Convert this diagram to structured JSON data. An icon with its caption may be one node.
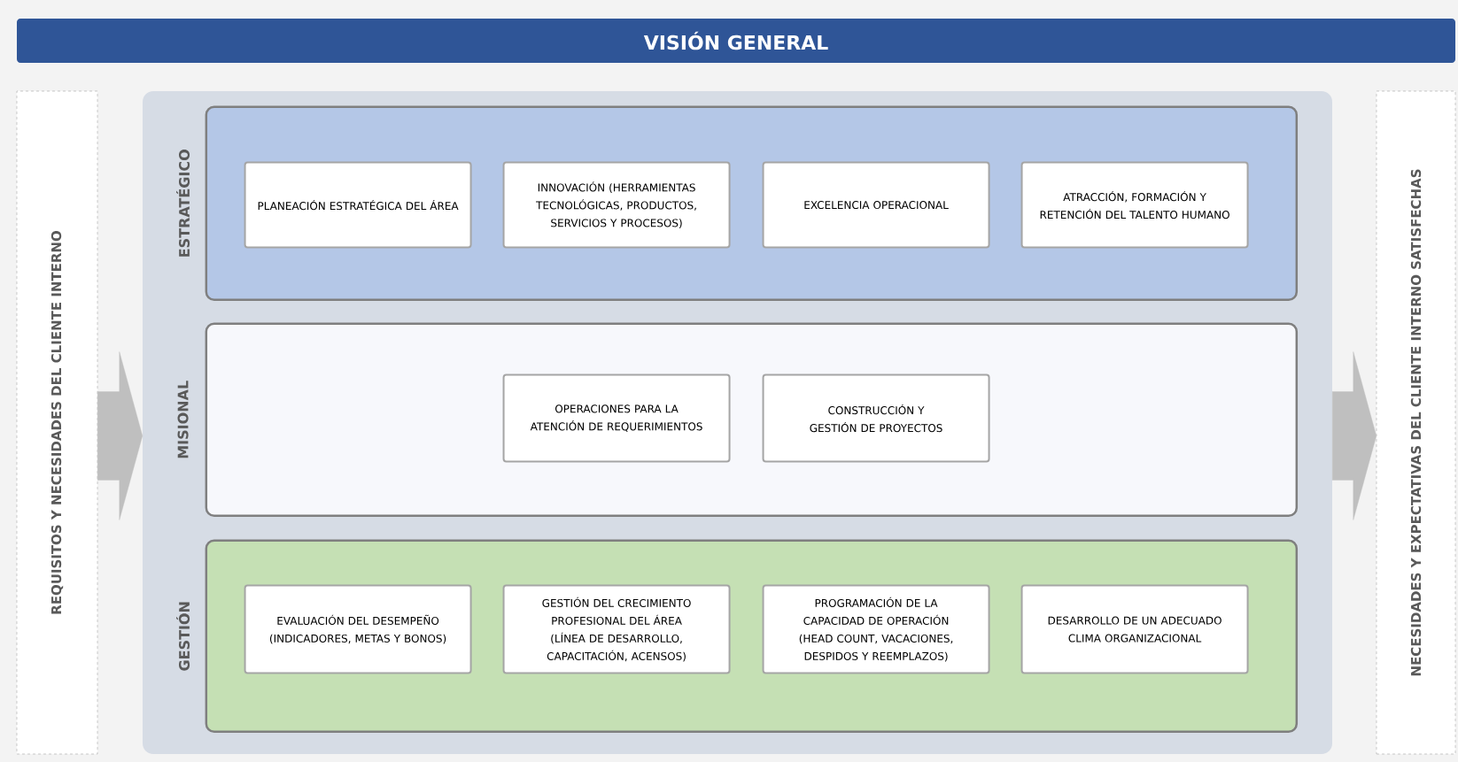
{
  "diagram": {
    "nodes": [
      {
        "text": [
          "VISIÓN GENERAL"
        ]
      },
      {
        "text": [
          "REQUISITOS Y NECESIDADES DEL CLIENTE INTERNO"
        ]
      },
      {
        "text": [],
        "shape": "box"
      },
      {
        "text": [
          "ESTRATÉGICO"
        ],
        "in": 2
      },
      {
        "text": [
          "PLANEACIÓN ESTRATÉGICA DEL ÁREA"
        ],
        "in": 3
      },
      {
        "text": [
          "INNOVACIÓN (HERRAMIENTAS TECNOLÓGICAS, PRODUCTOS, SERVICIOS Y PROCESOS)"
        ],
        "in": 3
      },
      {
        "text": [
          "EXCELENCIA OPERACIONAL"
        ],
        "in": 3
      },
      {
        "text": [
          "ATRACCIÓN, FORMACIÓN Y RETENCIÓN DEL TALENTO HUMANO"
        ],
        "in": 3
      },
      {
        "text": [
          "MISIONAL"
        ],
        "in": 2
      },
      {
        "text": [
          "OPERACIONES PARA LA ATENCIÓN DE REQUERIMIENTOS"
        ],
        "in": 8
      },
      {
        "text": [
          "CONSTRUCCIÓN Y GESTIÓN DE PROYECTOS"
        ],
        "in": 8
      },
      {
        "text": [
          "GESTIÓN"
        ],
        "in": 2
      },
      {
        "text": [
          "EVALUACIÓN DEL DESEMPEÑO (INDICADORES, METAS Y BONOS)"
        ],
        "in": 11
      },
      {
        "text": [
          "GESTIÓN DEL CRECIMIENTO PROFESIONAL DEL ÁREA (LÍNEA DE DESARROLLO, CAPACITACIÓN, ACENSOS)"
        ],
        "in": 11
      },
      {
        "text": [
          "PROGRAMACIÓN DE LA CAPACIDAD DE OPERACIÓN (HEAD COUNT, VACACIONES, DESPIDOS Y REEMPLAZOS)"
        ],
        "in": 11
      },
      {
        "text": [
          "DESARROLLO DE UN ADECUADO CLIMA ORGANIZACIONAL"
        ],
        "in": 11
      },
      {
        "text": [
          "NECESIDADES Y EXPECTATIVAS DEL CLIENTE INTERNO SATISFECHAS"
        ]
      }
    ],
    "edges": [
      {
        "from": 1,
        "to": 2,
        "arrow": "to"
      },
      {
        "from": 2,
        "to": 16,
        "arrow": "to"
      }
    ]
  }
}
